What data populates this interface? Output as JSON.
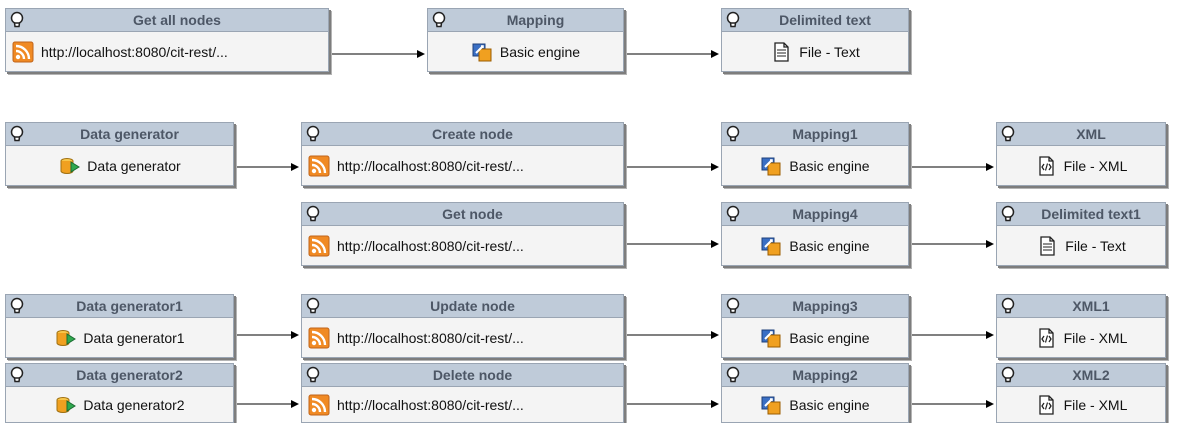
{
  "nodes": {
    "get_all_nodes": {
      "title": "Get all nodes",
      "label": "http://localhost:8080/cit-rest/..."
    },
    "mapping": {
      "title": "Mapping",
      "label": "Basic engine"
    },
    "delimited_text": {
      "title": "Delimited text",
      "label": "File - Text"
    },
    "data_generator": {
      "title": "Data generator",
      "label": "Data generator"
    },
    "create_node": {
      "title": "Create node",
      "label": "http://localhost:8080/cit-rest/..."
    },
    "mapping1": {
      "title": "Mapping1",
      "label": "Basic engine"
    },
    "xml": {
      "title": "XML",
      "label": "File - XML"
    },
    "get_node": {
      "title": "Get node",
      "label": "http://localhost:8080/cit-rest/..."
    },
    "mapping4": {
      "title": "Mapping4",
      "label": "Basic engine"
    },
    "delimited_text1": {
      "title": "Delimited text1",
      "label": "File - Text"
    },
    "data_generator1": {
      "title": "Data generator1",
      "label": "Data generator1"
    },
    "update_node": {
      "title": "Update node",
      "label": "http://localhost:8080/cit-rest/..."
    },
    "mapping3": {
      "title": "Mapping3",
      "label": "Basic engine"
    },
    "xml1": {
      "title": "XML1",
      "label": "File - XML"
    },
    "data_generator2": {
      "title": "Data generator2",
      "label": "Data generator2"
    },
    "delete_node": {
      "title": "Delete node",
      "label": "http://localhost:8080/cit-rest/..."
    },
    "mapping2": {
      "title": "Mapping2",
      "label": "Basic engine"
    },
    "xml2": {
      "title": "XML2",
      "label": "File - XML"
    }
  },
  "icons": {
    "header": "lightbulb-icon",
    "rest": "rss-feed-icon",
    "mapping": "mapping-engine-icon",
    "text_file": "text-file-icon",
    "xml_file": "xml-file-icon",
    "generator": "data-generator-icon"
  },
  "colors": {
    "header_bg": "#bfcbd9",
    "header_text": "#4d5766",
    "node_bg": "#f4f4f4",
    "connector": "#000000",
    "rss_orange": "#f08a24"
  }
}
